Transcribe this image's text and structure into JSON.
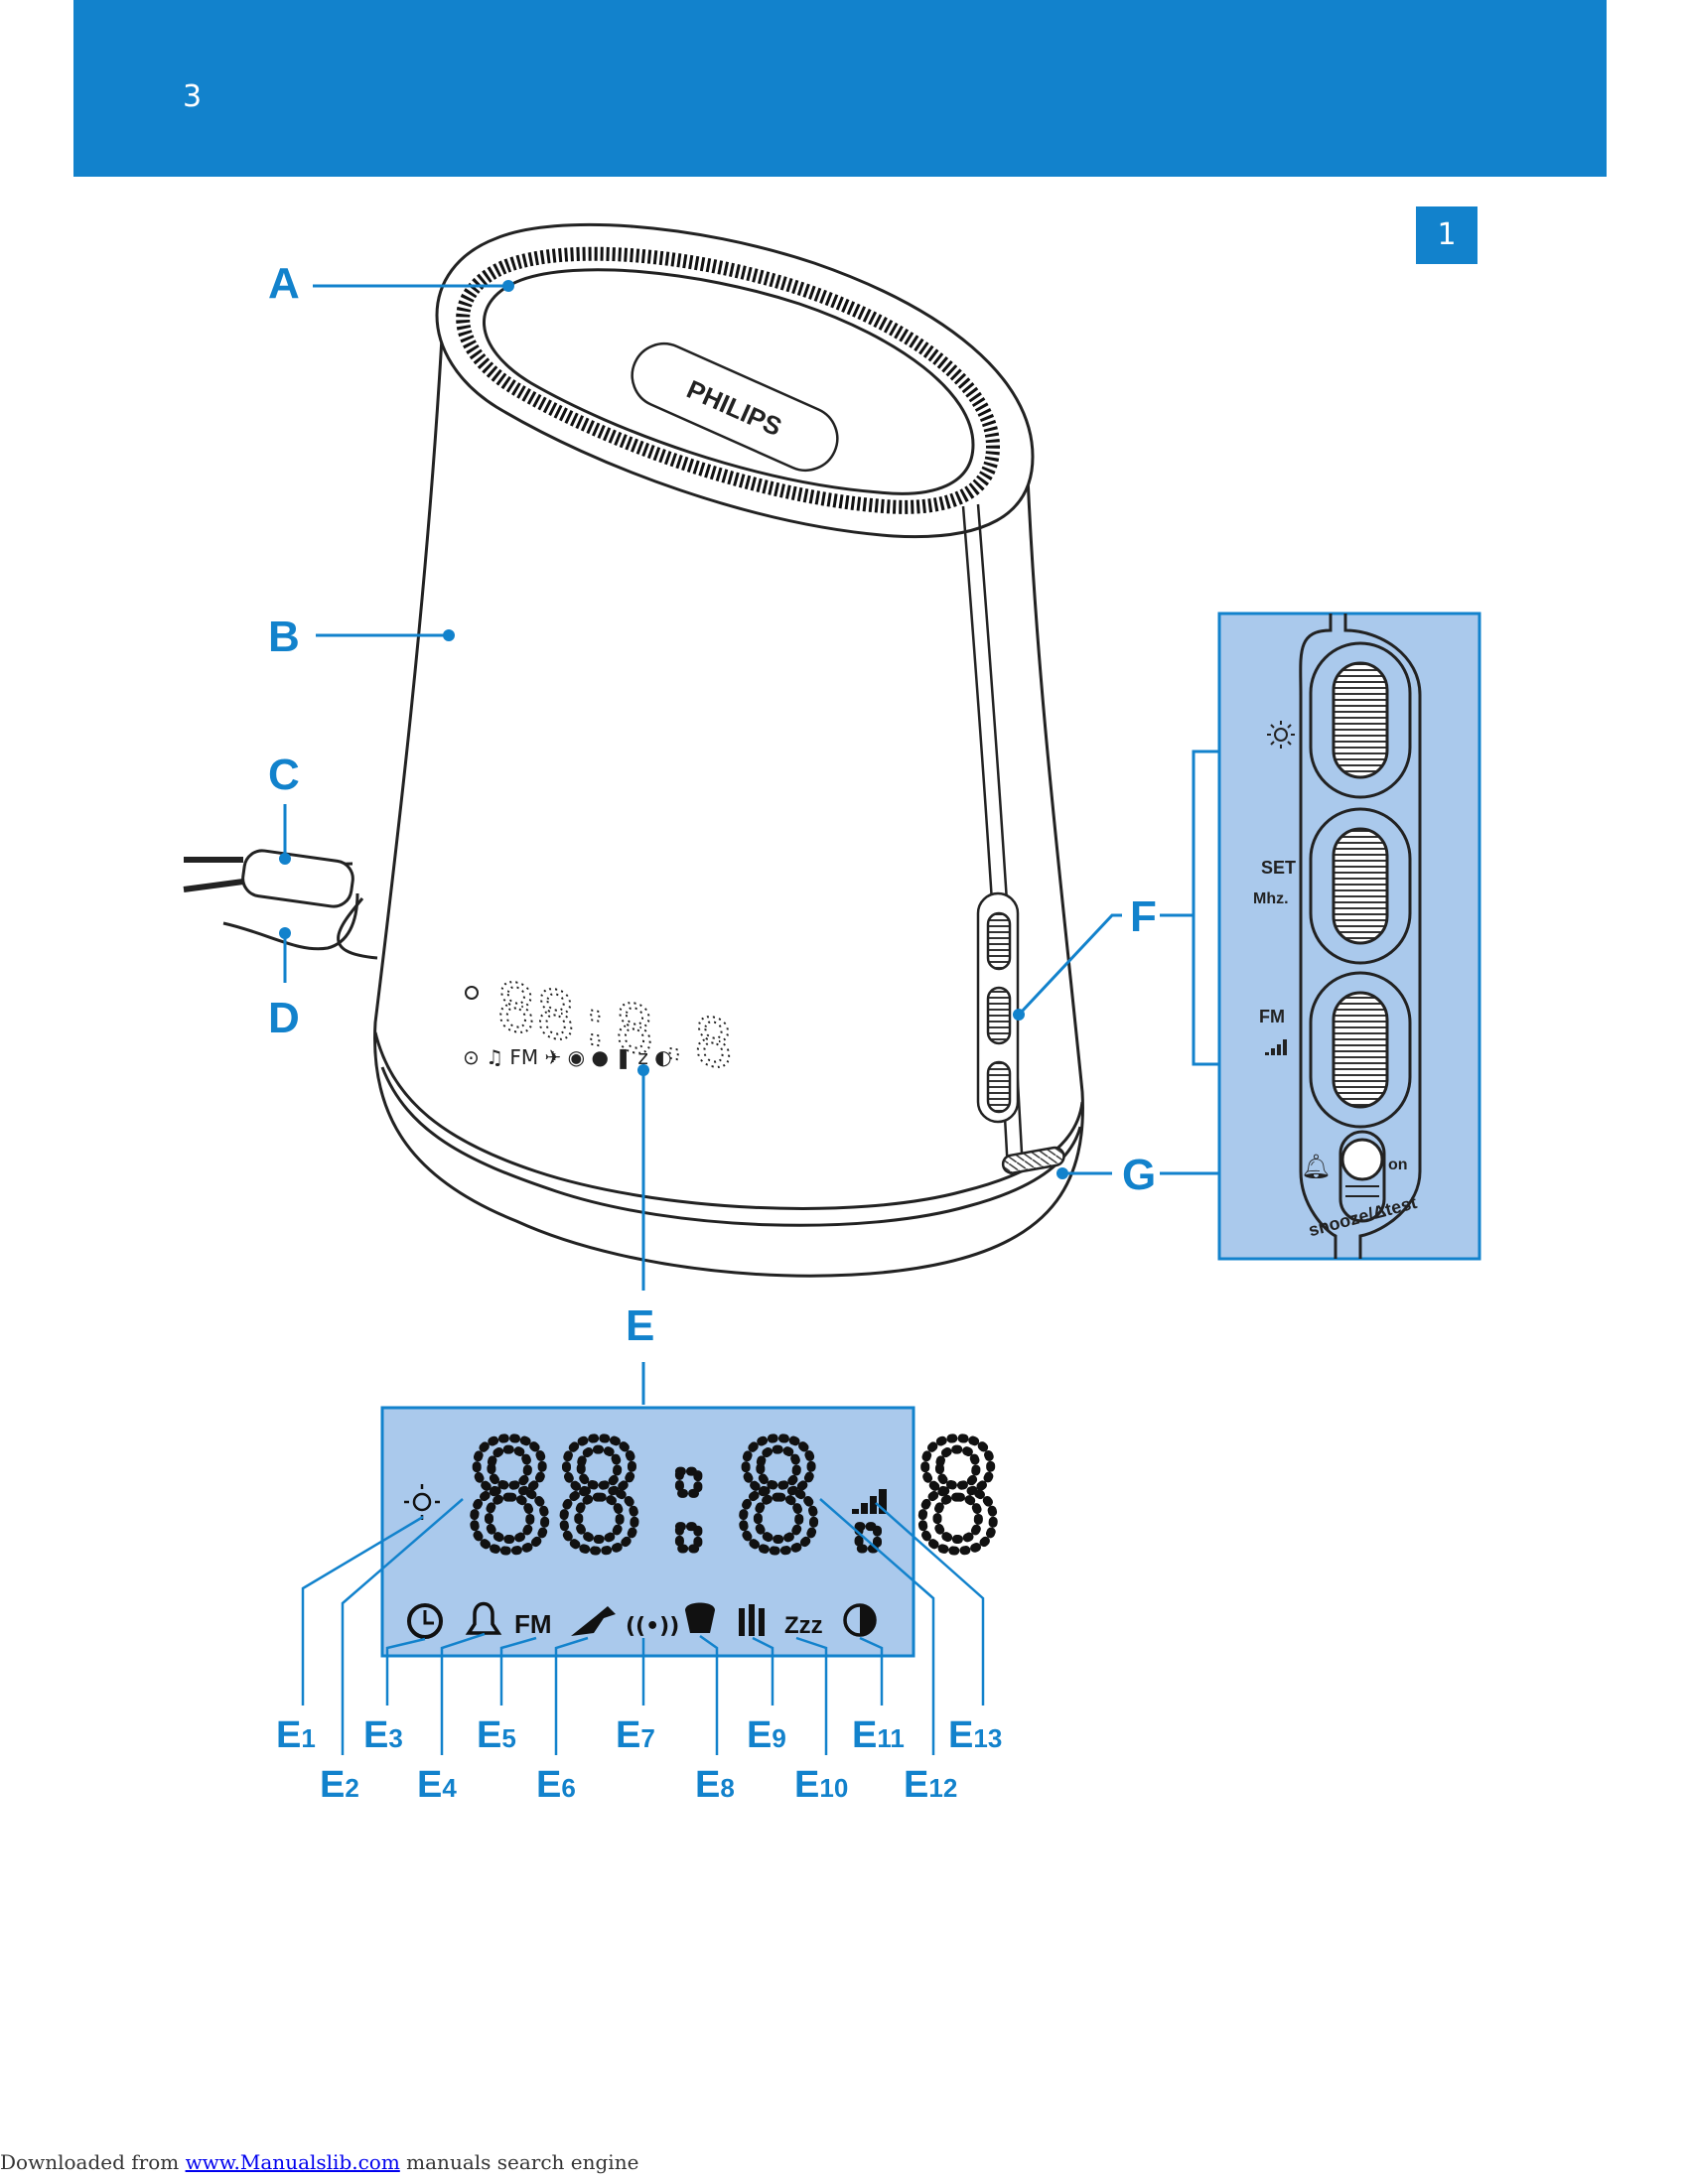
{
  "header": {
    "page_number": "3",
    "banner_color": "#1282cc"
  },
  "figure_number": "1",
  "device": {
    "brand": "PHILIPS",
    "display_digits": "88:8.8"
  },
  "callouts": {
    "A": "A",
    "B": "B",
    "C": "C",
    "D": "D",
    "E": "E",
    "F": "F",
    "G": "G"
  },
  "side_panel": {
    "set_label": "SET",
    "mhz_label": "Mhz.",
    "fm_label": "FM",
    "on_label": "on",
    "switch_label": "snooze/Δtest"
  },
  "display_panel": {
    "fm_label": "FM",
    "zzz_label": "Zzz"
  },
  "display_labels": [
    {
      "letter": "E",
      "num": "1"
    },
    {
      "letter": "E",
      "num": "2"
    },
    {
      "letter": "E",
      "num": "3"
    },
    {
      "letter": "E",
      "num": "4"
    },
    {
      "letter": "E",
      "num": "5"
    },
    {
      "letter": "E",
      "num": "6"
    },
    {
      "letter": "E",
      "num": "7"
    },
    {
      "letter": "E",
      "num": "8"
    },
    {
      "letter": "E",
      "num": "9"
    },
    {
      "letter": "E",
      "num": "10"
    },
    {
      "letter": "E",
      "num": "11"
    },
    {
      "letter": "E",
      "num": "12"
    },
    {
      "letter": "E",
      "num": "13"
    }
  ],
  "footer": {
    "prefix": "Downloaded from ",
    "link_text": "www.Manualslib.com",
    "suffix": " manuals search engine"
  },
  "colors": {
    "accent": "#1282cc",
    "panel_fill": "#aac9ec",
    "outline": "#222222"
  }
}
